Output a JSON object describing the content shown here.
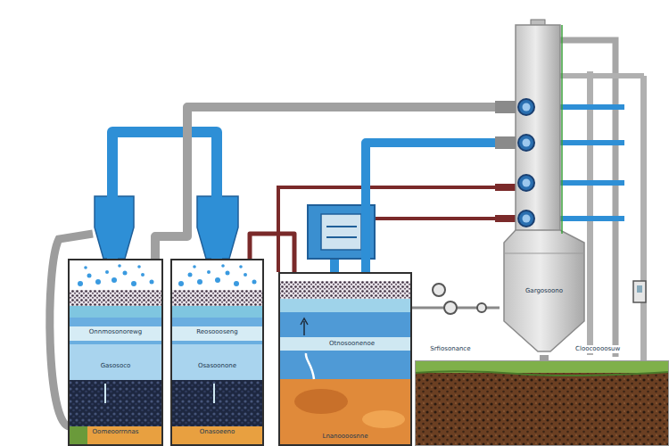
{
  "diagram": {
    "nodes": [
      {
        "text": [
          "Onnmosonorewg",
          "Gasosoco",
          "Oomeoorrnnas"
        ]
      },
      {
        "text": [
          "Reosoooseng",
          "Osasoonone",
          "Onasoeeno"
        ]
      },
      {
        "text": [
          "Otnosoonenoe",
          "Lnanoooosnne"
        ]
      },
      {
        "text": [
          "Gargosoono"
        ]
      },
      {
        "text": [
          "Srfiosonance",
          "Cloocoooosuw"
        ]
      }
    ],
    "edges": [
      {
        "from": 0,
        "to": 1,
        "arrow": "none"
      },
      {
        "from": 0,
        "to": 3,
        "arrow": "none"
      },
      {
        "from": 2,
        "to": 3,
        "arrow": "none"
      },
      {
        "from": 1,
        "to": 2,
        "arrow": "none"
      },
      {
        "from": 3,
        "to": 4,
        "arrow": "none"
      }
    ]
  }
}
